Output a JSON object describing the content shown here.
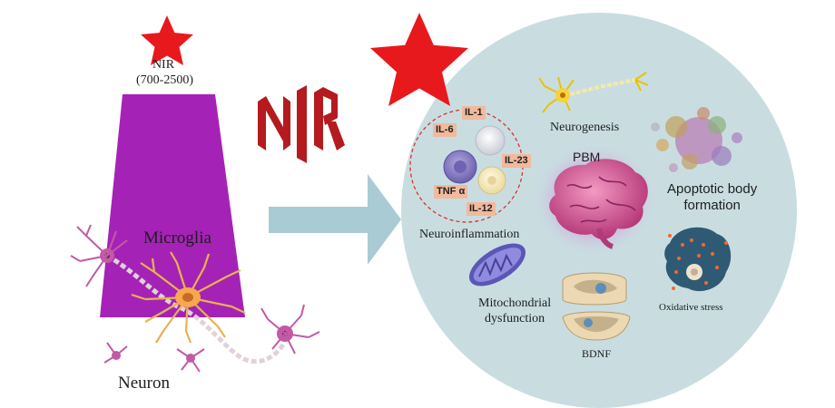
{
  "labels": {
    "nir_line1": "NIR",
    "nir_line2": "(700-2500)",
    "nir_logo": "NIR",
    "microglia": "Microglia",
    "neuron": "Neuron",
    "neuroinflammation": "Neuroinflammation",
    "neurogenesis": "Neurogenesis",
    "pbm": "PBM",
    "apoptotic_line1": "Apoptotic body",
    "apoptotic_line2": "formation",
    "mito_line1": "Mitochondrial",
    "mito_line2": "dysfunction",
    "oxidative": "Oxidative stress",
    "bdnf": "BDNF"
  },
  "cytokines": [
    "IL-1",
    "IL-6",
    "IL-23",
    "TNF α",
    "IL-12"
  ],
  "colors": {
    "star": "#e8191c",
    "trapezoid": "#a423b6",
    "logo": "#b51a1f",
    "arrow": "#a9cbd4",
    "circle_bg": "#c9dde1",
    "cytokine_tag": "#f1b99d",
    "dashed_circle": "#d9342b",
    "brain": "#d14f90",
    "mito": "#5b57b5"
  },
  "icons": [
    "star-icon",
    "nir-logo-icon",
    "arrow-icon",
    "microglia-cell-icon",
    "neuron-icon",
    "brain-icon",
    "mitochondria-icon",
    "apoptotic-cells-icon",
    "oxidative-cell-icon",
    "bdnf-icon"
  ]
}
